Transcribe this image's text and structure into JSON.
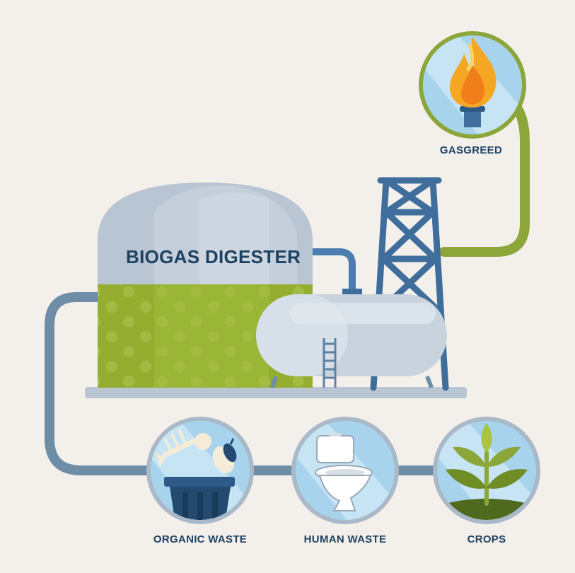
{
  "digester": {
    "label": "BIOGAS DIGESTER"
  },
  "nodes": {
    "output": {
      "label": "GASGREED",
      "icon": "flame-icon"
    },
    "organic": {
      "label": "ORGANIC WASTE",
      "icon": "trash-bin-icon"
    },
    "human": {
      "label": "HUMAN WASTE",
      "icon": "toilet-icon"
    },
    "crops": {
      "label": "CROPS",
      "icon": "plant-sprout-icon"
    }
  },
  "colors": {
    "background": "#f3f0ec",
    "label_text": "#1d4160",
    "pipe_green": "#8ca63a",
    "pipe_blue": "#6e8ea8",
    "slurry_green": "#95ae30",
    "dome": "#b9c5d2",
    "tower": "#3f6e9c",
    "flame": "#f5a623"
  }
}
